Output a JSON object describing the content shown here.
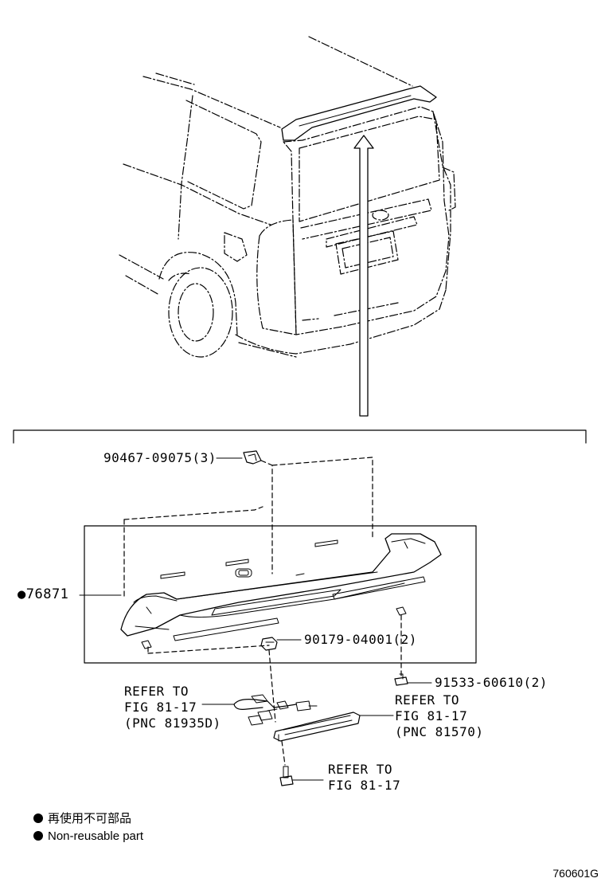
{
  "parts": {
    "clip_no": "90467-09075(3)",
    "spoiler_no": "●76871",
    "nut_no": "90179-04001(2)",
    "screw_no": "91533-60610(2)"
  },
  "references": {
    "wire": {
      "line1": "REFER TO",
      "line2": "FIG 81-17",
      "line3": "(PNC 81935D)"
    },
    "lamp": {
      "line1": "REFER TO",
      "line2": "FIG 81-17",
      "line3": "(PNC 81570)"
    },
    "bolt": {
      "line1": "REFER TO",
      "line2": "FIG 81-17"
    }
  },
  "legend": {
    "jp": "再使用不可部品",
    "en": "Non-reusable part"
  },
  "figure_id": "760601G"
}
